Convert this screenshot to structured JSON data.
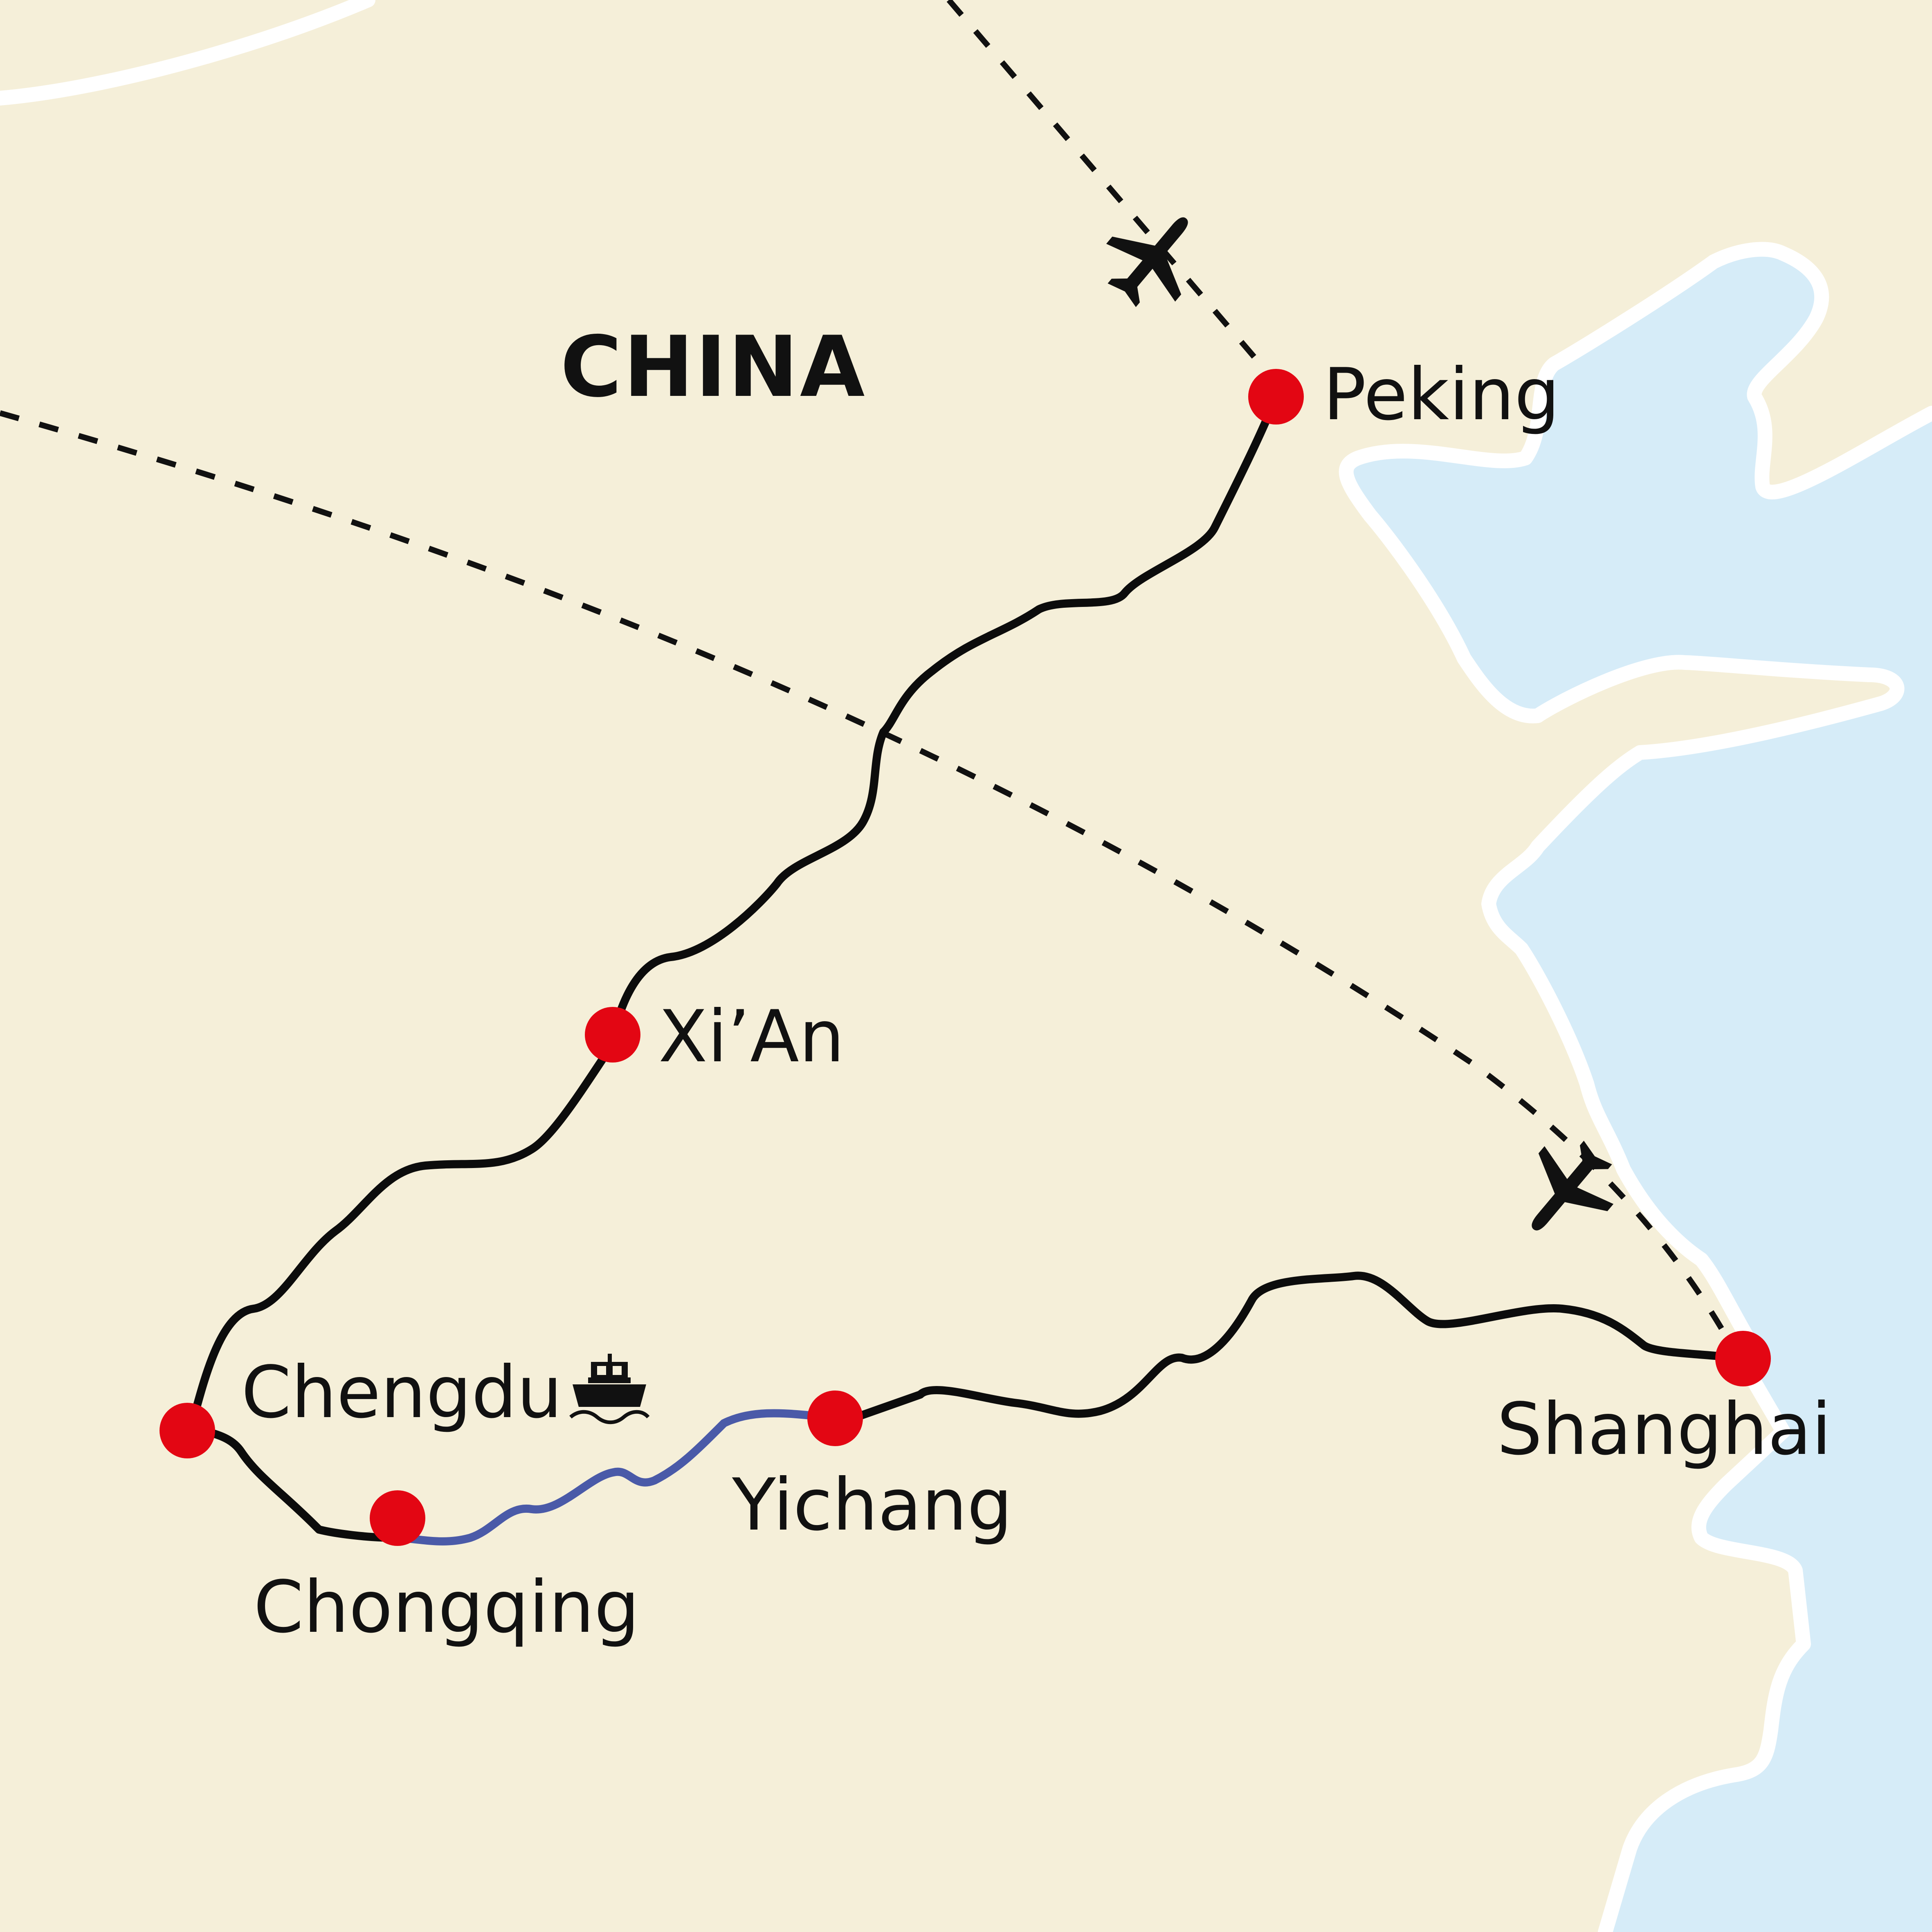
{
  "map": {
    "country_label": "CHINA",
    "cities": [
      {
        "id": "peking",
        "name": "Peking"
      },
      {
        "id": "xian",
        "name": "Xi’An"
      },
      {
        "id": "chengdu",
        "name": "Chengdu"
      },
      {
        "id": "chongqing",
        "name": "Chongqing"
      },
      {
        "id": "yichang",
        "name": "Yichang"
      },
      {
        "id": "shanghai",
        "name": "Shanghai"
      }
    ],
    "colors": {
      "land": "#f5efd9",
      "sea": "#d6ecf8",
      "border": "#ffffff",
      "route": "#0c0c0c",
      "river_cruise": "#4a5aa8",
      "city_marker": "#e30613"
    },
    "icons": [
      "plane-icon",
      "plane-icon",
      "ship-icon"
    ]
  }
}
